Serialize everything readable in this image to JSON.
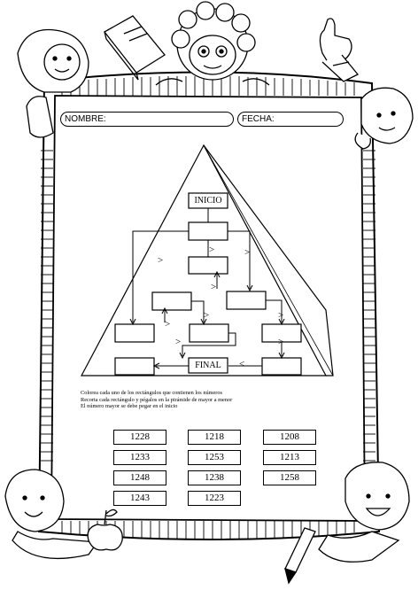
{
  "header": {
    "name_label": "NOMBRE:",
    "date_label": "FECHA:"
  },
  "pyramid": {
    "start_label": "INICIO",
    "end_label": "FINAL",
    "comparison_sign": ">",
    "arrow_left_glyph": "<"
  },
  "instructions": [
    "Colorea cada uno de los rectángulos que contienen los números",
    "Recorta cada rectángulo y pégalos en la pirámide de mayor a menor",
    "El número mayor se debe pegar en el inicio"
  ],
  "numbers": {
    "col1": [
      "1228",
      "1233",
      "1248",
      "1243"
    ],
    "col2": [
      "1218",
      "1253",
      "1238",
      "1223"
    ],
    "col3": [
      "1208",
      "1213",
      "1258"
    ]
  },
  "icons": [
    "kid-with-book-icon",
    "curly-girl-icon",
    "thumbs-up-hand-icon",
    "boy-peeking-icon",
    "kid-with-apple-icon",
    "kid-with-pencil-icon",
    "apple-icon",
    "pencil-icon",
    "book-icon"
  ]
}
